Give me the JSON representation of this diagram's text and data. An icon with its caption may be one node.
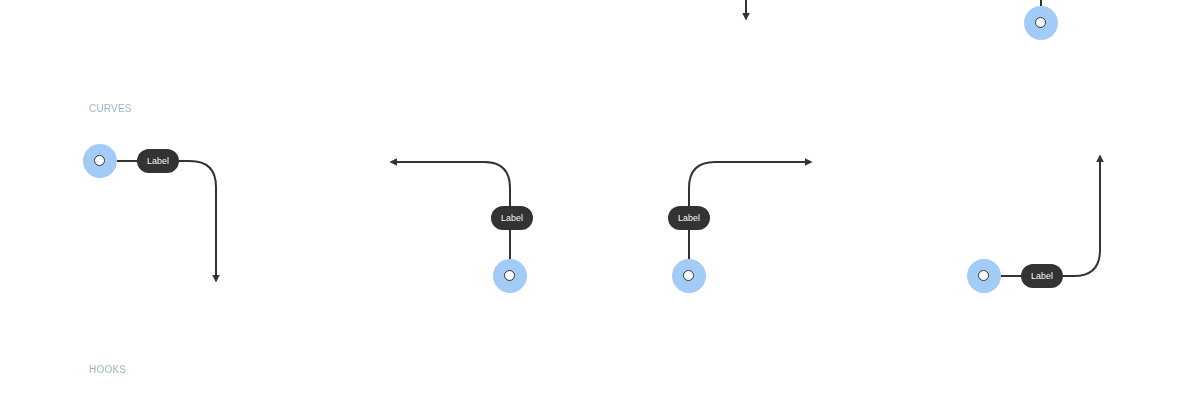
{
  "diagram": {
    "nodes": [
      {
        "text": [],
        "shape": "circle"
      },
      {
        "text": [],
        "shape": "circle"
      },
      {
        "text": [],
        "shape": "circle"
      },
      {
        "text": [],
        "shape": "circle"
      },
      {
        "text": [],
        "shape": "circle"
      }
    ],
    "edges": [
      {
        "from": 0,
        "to": null,
        "arrow": "to",
        "label": "Label"
      },
      {
        "from": 1,
        "to": null,
        "arrow": "to",
        "label": "Label"
      },
      {
        "from": 2,
        "to": null,
        "arrow": "to",
        "label": "Label"
      },
      {
        "from": 3,
        "to": null,
        "arrow": "to",
        "label": "Label"
      },
      {
        "from": 4,
        "to": null,
        "arrow": "none"
      }
    ],
    "labels": [
      "CURVES",
      "HOOKS"
    ]
  }
}
